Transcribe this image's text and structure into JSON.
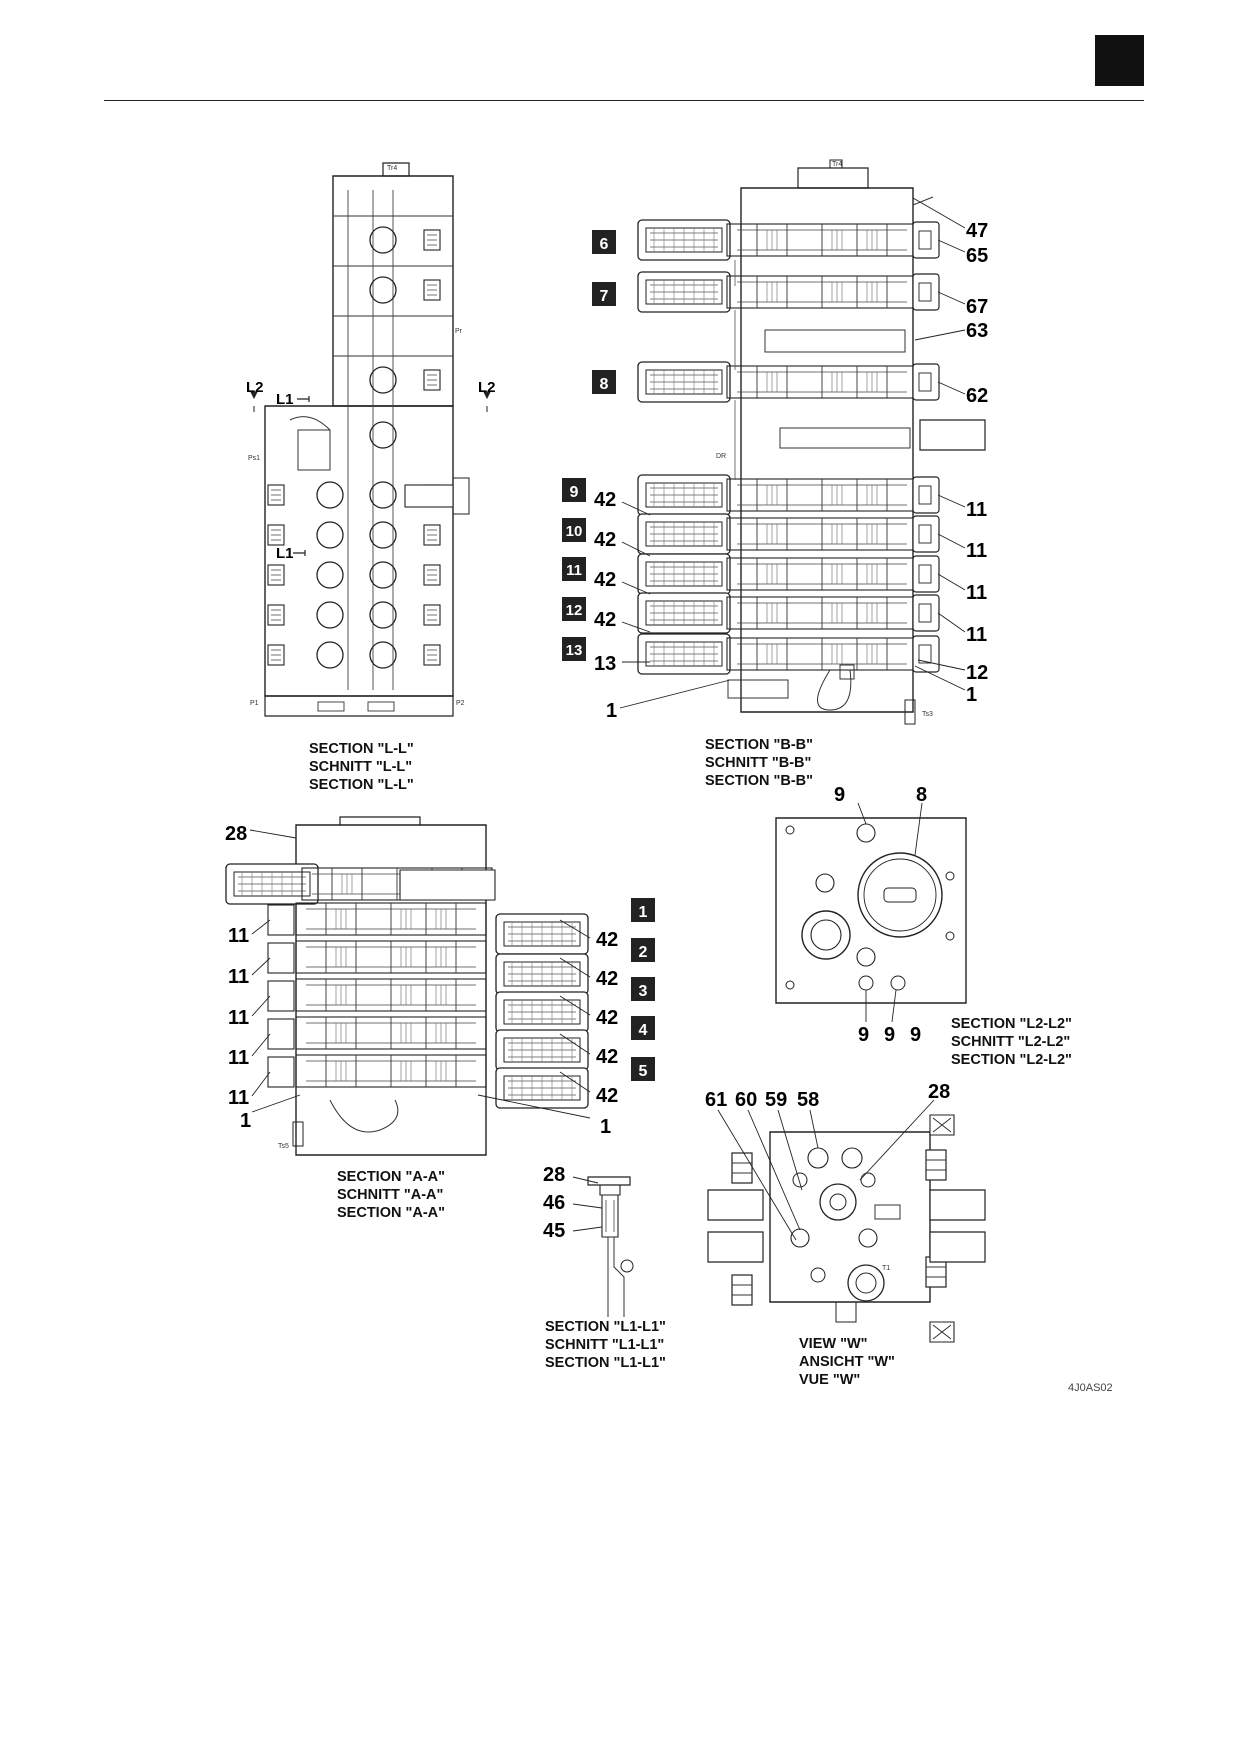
{
  "page": {
    "figure_code": "4J0AS02"
  },
  "section_labels": {
    "L2": "L2",
    "L1": "L1",
    "L1_arrow": "L1"
  },
  "port_labels": {
    "tr4": "Tr4",
    "pr": "Pr",
    "ps1": "Ps1",
    "p1": "P1",
    "p2": "P2",
    "dr": "DR",
    "ts3": "Ts3",
    "ts5": "Ts5",
    "t1": "T1"
  },
  "captions": {
    "ll": [
      "SECTION \"L-L\"",
      "SCHNITT \"L-L\"",
      "SECTION \"L-L\""
    ],
    "bb": [
      "SECTION \"B-B\"",
      "SCHNITT \"B-B\"",
      "SECTION \"B-B\""
    ],
    "aa": [
      "SECTION \"A-A\"",
      "SCHNITT \"A-A\"",
      "SECTION \"A-A\""
    ],
    "l2l2": [
      "SECTION \"L2-L2\"",
      "SCHNITT \"L2-L2\"",
      "SECTION \"L2-L2\""
    ],
    "l1l1": [
      "SECTION \"L1-L1\"",
      "SCHNITT \"L1-L1\"",
      "SECTION \"L1-L1\""
    ],
    "w": [
      "VIEW \"W\"",
      "ANSICHT \"W\"",
      "VUE \"W\""
    ]
  },
  "boxed_numbers": [
    "1",
    "2",
    "3",
    "4",
    "5",
    "6",
    "7",
    "8",
    "9",
    "10",
    "11",
    "12",
    "13"
  ],
  "callouts": {
    "bb": {
      "c47": "47",
      "c65": "65",
      "c67": "67",
      "c63": "63",
      "c62": "62",
      "c11a": "11",
      "c11b": "11",
      "c11c": "11",
      "c11d": "11",
      "c12": "12",
      "c1r": "1",
      "c42a": "42",
      "c42b": "42",
      "c42c": "42",
      "c42d": "42",
      "c13": "13",
      "c1l": "1"
    },
    "aa": {
      "c28": "28",
      "c11a": "11",
      "c11b": "11",
      "c11c": "11",
      "c11d": "11",
      "c11e": "11",
      "c1l": "1",
      "c42a": "42",
      "c42b": "42",
      "c42c": "42",
      "c42d": "42",
      "c42e": "42",
      "c1r": "1"
    },
    "l2l2": {
      "c9a": "9",
      "c8": "8",
      "c9b": "9",
      "c9c": "9",
      "c9d": "9"
    },
    "l1l1": {
      "c28": "28",
      "c46": "46",
      "c45": "45"
    },
    "w": {
      "c61": "61",
      "c60": "60",
      "c59": "59",
      "c58": "58",
      "c28": "28"
    }
  }
}
